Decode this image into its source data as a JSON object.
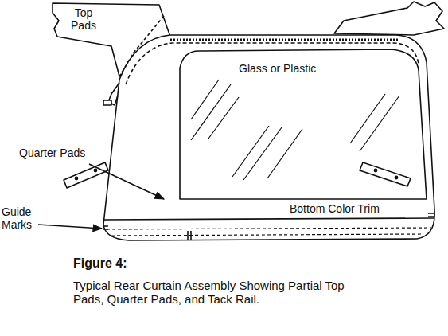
{
  "diagram": {
    "title": "Figure 4:",
    "caption": "Typical Rear Curtain Assembly Showing Partial Top Pads, Quarter Pads, and Tack Rail.",
    "labels": [
      "Top Pads",
      "Glass or Plastic",
      "Quarter Pads",
      "Guide Marks",
      "Bottom Color Trim"
    ]
  }
}
